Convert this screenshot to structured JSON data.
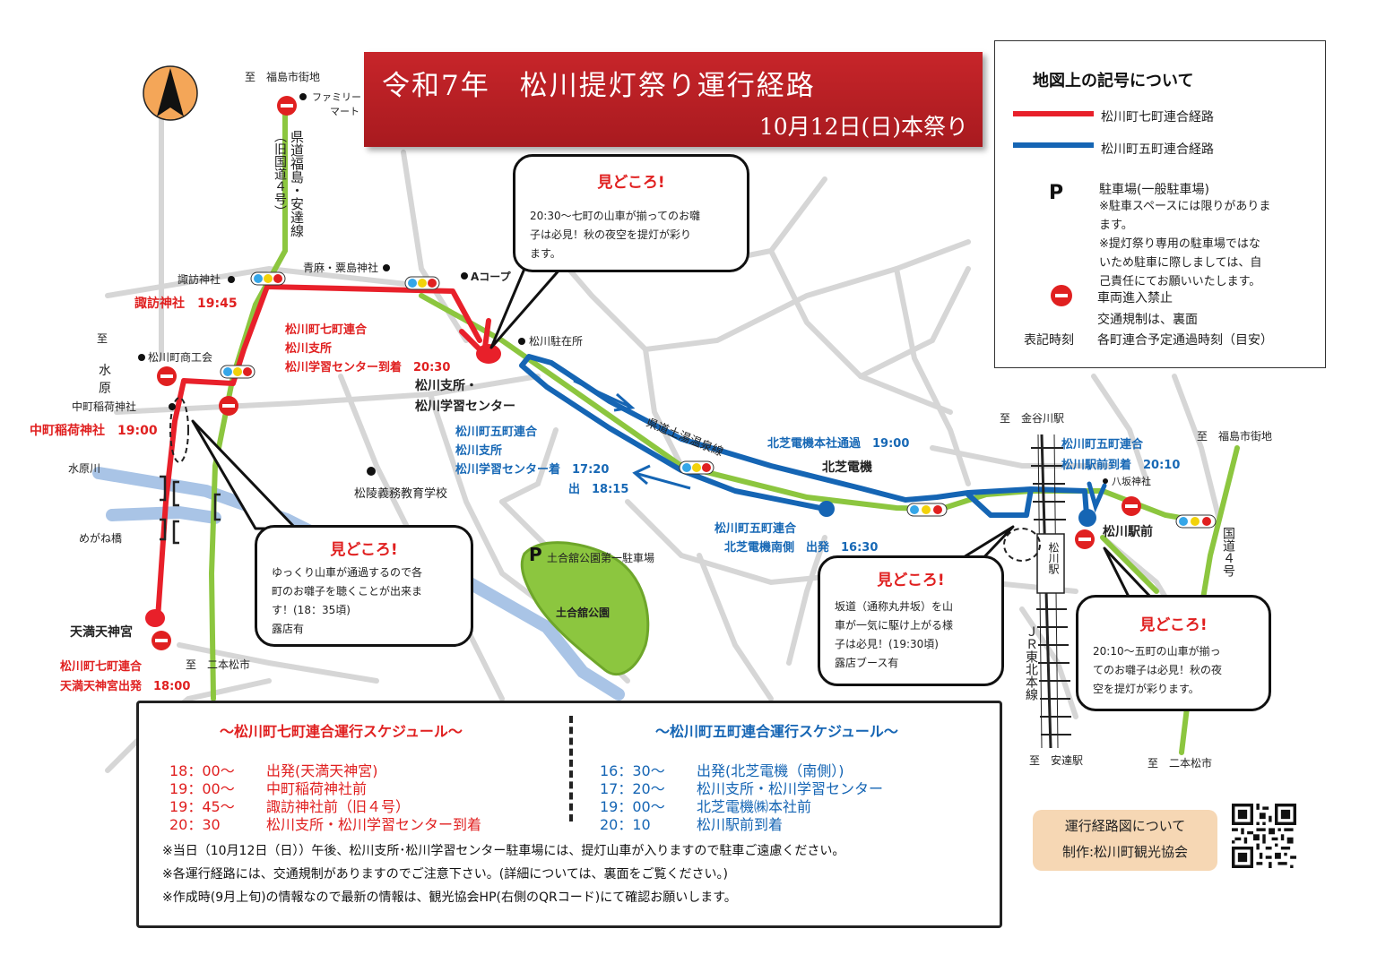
{
  "title": {
    "main": "令和7年　松川提灯祭り運行経路",
    "sub": "10月12日(日)本祭り"
  },
  "legend": {
    "heading": "地図上の記号について",
    "red_route": "松川町七町連合経路",
    "blue_route": "松川町五町連合経路",
    "parking_symbol": "P",
    "parking_title": "駐車場(一般駐車場)",
    "parking_note_1": "※駐車スペースには限りがありま",
    "parking_note_2": "ます。",
    "parking_note_3": "※提灯祭り専用の駐車場ではな",
    "parking_note_4": "いため駐車に際しましては、自",
    "parking_note_5": "己責任にてお願いいたします。",
    "no_entry": "車両進入禁止",
    "regulation": "交通規制は、裏面",
    "time_label": "表記時刻",
    "time_desc": "各町連合予定通過時刻（目安）",
    "colors": {
      "red": "#e8202a",
      "blue": "#1565b4",
      "green": "#8cc63f"
    }
  },
  "map_labels": {
    "to_fukushima_top": "至　福島市街地",
    "family_mart_1": "ファミリー",
    "family_mart_2": "マート",
    "prefectural_road_top": "県道福島・安達線",
    "old_route": "（旧国道４号）",
    "suwa_shrine_dot": "諏訪神社",
    "aoasa_shrine": "青麻・粟島神社",
    "a_coop": "Aコープ",
    "suwa_shrine_time": "諏訪神社　19:45",
    "to_mizuhara_1": "至",
    "to_mizuhara_2": "水",
    "to_mizuhara_3": "原",
    "chamber": "松川町商工会",
    "nakamachi_shrine": "中町稲荷神社",
    "nakamachi_time": "中町稲荷神社　19:00",
    "mizuhara_river": "水原川",
    "meganebashi": "めがね橋",
    "tenman_shrine": "天満天神宮",
    "to_nihonmatsu_left": "至　二本松市",
    "red_start_1": "松川町七町連合",
    "red_start_2": "天満天神宮出発　18:00",
    "red_arrive_1": "松川町七町連合",
    "red_arrive_2": "松川支所",
    "red_arrive_3": "松川学習センター到着　20:30",
    "branch_office_1": "松川支所・",
    "branch_office_2": "松川学習センター",
    "police_box": "松川駐在所",
    "blue_branch_1": "松川町五町連合",
    "blue_branch_2": "松川支所",
    "blue_branch_3": "松川学習センター着　17:20",
    "blue_branch_4": "出　18:15",
    "school": "松陵義務教育学校",
    "onsen_road": "県道土湯温泉線",
    "toshiba_pass": "北芝電機本社通過　19:00",
    "toshiba": "北芝電機",
    "blue_start_1": "松川町五町連合",
    "blue_start_2": "北芝電機南側　出発　16:30",
    "parking_lot": "土合舘公園第一駐車場",
    "park": "土合舘公園",
    "to_kanayagawa": "至　金谷川駅",
    "blue_station_1": "松川町五町連合",
    "blue_station_2": "松川駅前到着　20:10",
    "yasaka_shrine": "八坂神社",
    "station_front": "松川駅前",
    "station_sign": "松川駅",
    "to_fukushima_right": "至　福島市街地",
    "route4_right": "国道４号",
    "jr_line": "ＪＲ東北本線",
    "to_adachi": "至　安達駅",
    "to_nihonmatsu_right": "至　二本松市"
  },
  "callouts": [
    {
      "heading": "見どころ!",
      "lines": [
        "20:30～七町の山車が揃ってのお囃",
        "子は必見！秋の夜空を提灯が彩り",
        "ます。"
      ]
    },
    {
      "heading": "見どころ!",
      "lines": [
        "ゆっくり山車が通過するので各",
        "町のお囃子を聴くことが出来ま",
        "す！(18：35頃)",
        "露店有"
      ]
    },
    {
      "heading": "見どころ!",
      "lines": [
        "坂道（通称丸井坂）を山",
        "車が一気に駆け上がる様",
        "子は必見！(19:30頃)",
        "露店ブース有"
      ]
    },
    {
      "heading": "見どころ!",
      "lines": [
        "20:10～五町の山車が揃っ",
        "てのお囃子は必見！秋の夜",
        "空を提灯が彩ります。"
      ]
    }
  ],
  "schedule": {
    "red_heading": "～松川町七町連合運行スケジュール～",
    "blue_heading": "～松川町五町連合運行スケジュール～",
    "red_rows": [
      {
        "time": "18：00～",
        "event": "出発(天満天神宮)"
      },
      {
        "time": "19：00～",
        "event": "中町稲荷神社前"
      },
      {
        "time": "19：45～",
        "event": "諏訪神社前（旧４号）"
      },
      {
        "time": "20：30",
        "event": "松川支所・松川学習センター到着"
      }
    ],
    "blue_rows": [
      {
        "time": "16：30～",
        "event": "出発(北芝電機（南側）)"
      },
      {
        "time": "17：20～",
        "event": "松川支所・松川学習センター"
      },
      {
        "time": "19：00～",
        "event": "北芝電機㈱本社前"
      },
      {
        "time": "20：10",
        "event": "松川駅前到着"
      }
    ],
    "notes": [
      "※当日（10月12日（日））午後、松川支所･松川学習センター駐車場には、提灯山車が入りますので駐車ご遠慮ください。",
      "※各運行経路には、交通規制がありますのでご注意下さい。(詳細については、裏面をご覧ください。)",
      "※作成時(9月上旬)の情報なので最新の情報は、観光協会HP(右側のQRコード)にて確認お願いします。"
    ]
  },
  "credit": {
    "line1": "運行経路図について",
    "line2": "制作:松川町観光協会"
  }
}
